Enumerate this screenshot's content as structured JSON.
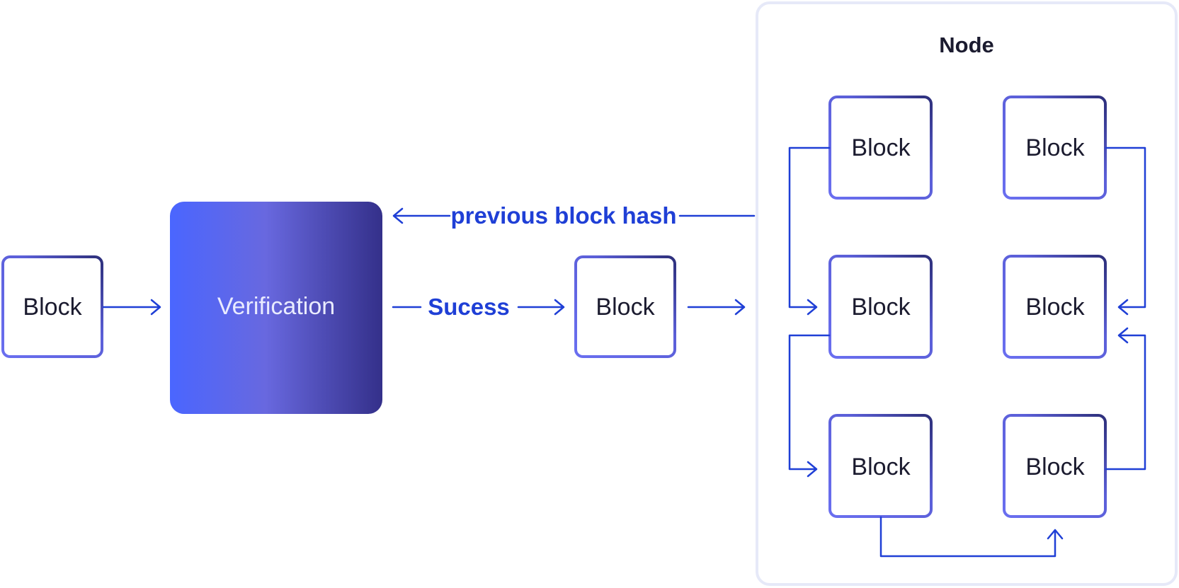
{
  "blocks": {
    "input_label": "Block",
    "verified_label": "Block",
    "node_labels": [
      "Block",
      "Block",
      "Block",
      "Block",
      "Block",
      "Block"
    ]
  },
  "verification": {
    "label": "Verification"
  },
  "flow": {
    "previous_hash_label": "previous block hash",
    "success_label": "Sucess"
  },
  "node": {
    "title": "Node"
  },
  "colors": {
    "arrow": "#1f3fd6",
    "block_border_light": "#5a5fe0",
    "block_border_dark": "#2d2f7a",
    "verification_gradient": [
      "#4a66ff",
      "#6666dd",
      "#35318a"
    ],
    "node_border": "#e6e9f8"
  }
}
